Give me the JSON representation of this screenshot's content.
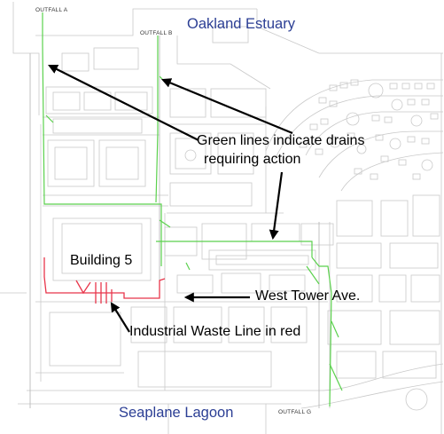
{
  "labels": {
    "oakland_estuary": "Oakland Estuary",
    "seaplane_lagoon": "Seaplane Lagoon",
    "green_lines_line1": "Green lines indicate drains",
    "green_lines_line2": "requiring action",
    "building_5": "Building 5",
    "west_tower_ave": "West Tower Ave.",
    "industrial_waste": "Industrial Waste Line in red",
    "outfall_a": "OUTFALL A",
    "outfall_b": "OUTFALL B",
    "outfall_g": "OUTFALL G"
  },
  "colors": {
    "water_label": "#2b3e94",
    "drain_green": "#5bd14d",
    "waste_red": "#e8354a",
    "basemap_gray": "#c9c9c9",
    "arrow": "#000000"
  }
}
